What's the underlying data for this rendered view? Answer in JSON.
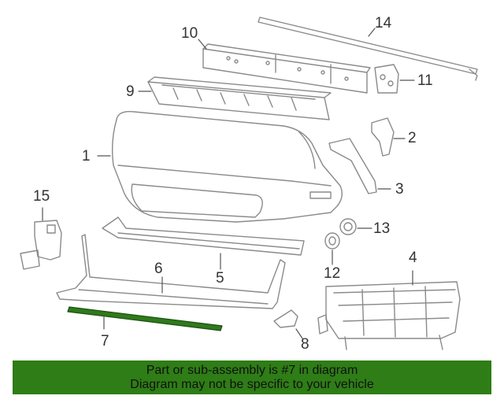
{
  "callouts": {
    "c1": "1",
    "c2": "2",
    "c3": "3",
    "c4": "4",
    "c5": "5",
    "c6": "6",
    "c7": "7",
    "c8": "8",
    "c9": "9",
    "c10": "10",
    "c11": "11",
    "c12": "12",
    "c13": "13",
    "c14": "14",
    "c15": "15"
  },
  "banner": {
    "line1": "Part or sub-assembly is #7 in diagram",
    "line2": "Diagram may not be specific to your vehicle"
  },
  "colors": {
    "banner_bg": "#2e7d16",
    "highlight_part": "#2f7a1c",
    "line_art": "#8a8a8a"
  }
}
